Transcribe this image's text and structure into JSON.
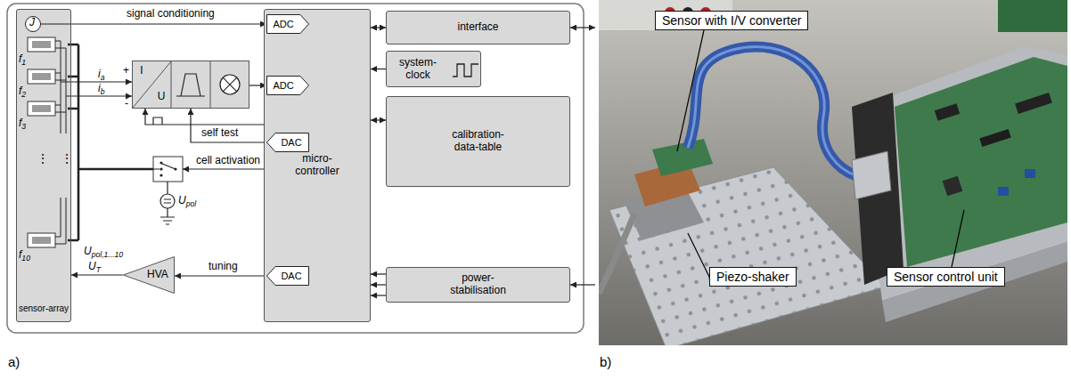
{
  "diagram": {
    "nodes": [
      {
        "text": [
          "sensor-array"
        ]
      },
      {
        "text": [
          "J"
        ],
        "in": 0
      },
      {
        "text": [
          "I",
          "U"
        ]
      },
      {
        "text": [
          "micro- controller"
        ]
      },
      {
        "text": [
          "ADC"
        ],
        "in": 3
      },
      {
        "text": [
          "ADC"
        ],
        "in": 3
      },
      {
        "text": [
          "DAC"
        ],
        "in": 3
      },
      {
        "text": [
          "DAC"
        ],
        "in": 3
      },
      {
        "text": [
          "interface"
        ]
      },
      {
        "text": [
          "system- clock"
        ]
      },
      {
        "text": [
          "calibration- data-table"
        ]
      },
      {
        "text": [
          "HVA"
        ]
      },
      {
        "text": [
          "power- stabilisation"
        ]
      },
      {
        "text": [
          "Sensor with I/V converter"
        ]
      },
      {
        "text": [
          "Piezo-shaker"
        ]
      },
      {
        "text": [
          "Sensor control unit"
        ]
      }
    ],
    "edges": [
      {
        "from": 1,
        "to": 4,
        "label": "signal conditioning",
        "arrow": "to"
      },
      {
        "from": 0,
        "to": 2,
        "label": "ia",
        "arrow": "to"
      },
      {
        "from": 0,
        "to": 2,
        "label": "ib",
        "arrow": "to"
      },
      {
        "from": 2,
        "to": 5,
        "arrow": "to"
      },
      {
        "from": 6,
        "to": 2,
        "arrow": "to"
      },
      {
        "from": 3,
        "to": 2,
        "label": "self test",
        "arrow": "to"
      },
      {
        "from": 7,
        "to": 11,
        "label": "tuning",
        "arrow": "to"
      },
      {
        "from": 11,
        "to": 0,
        "label": "UT",
        "arrow": "to"
      },
      {
        "from": 3,
        "to": 8,
        "arrow": "both"
      },
      {
        "from": 9,
        "to": 3,
        "arrow": "to"
      },
      {
        "from": 3,
        "to": 10,
        "arrow": "both"
      },
      {
        "from": 12,
        "to": 3,
        "arrow": "to"
      }
    ],
    "labels": [
      "+",
      "-",
      "f1",
      "f2",
      "f3",
      "⋮",
      "⋮",
      "f10",
      "Upol,1...10",
      "cell activation",
      "Upol",
      "a)",
      "b)"
    ]
  }
}
